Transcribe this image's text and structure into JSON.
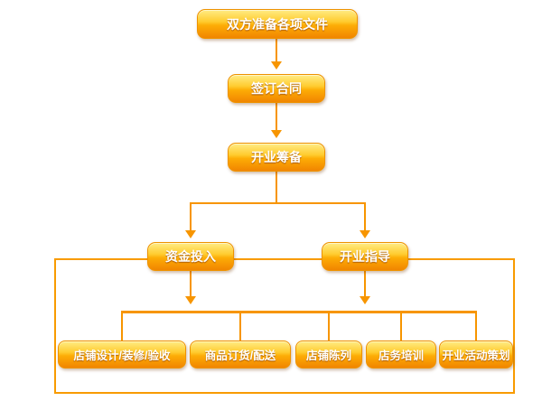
{
  "flowchart": {
    "nodes": {
      "prepare_documents": "双方准备各项文件",
      "sign_contract": "签订合同",
      "opening_preparation": "开业筹备",
      "capital_investment": "资金投入",
      "opening_guidance": "开业指导",
      "shop_design": "店铺设计/装修/验收",
      "goods_ordering": "商品订货/配送",
      "shop_display": "店铺陈列",
      "store_training": "店务培训",
      "opening_event_planning": "开业活动策划"
    },
    "edges": [
      "prepare_documents -> sign_contract",
      "sign_contract -> opening_preparation",
      "opening_preparation -> capital_investment",
      "opening_preparation -> opening_guidance",
      "capital_investment -> bottom_row",
      "opening_guidance -> bottom_row",
      "bottom_row -> shop_design",
      "bottom_row -> goods_ordering",
      "bottom_row -> shop_display",
      "bottom_row -> store_training",
      "bottom_row -> opening_event_planning"
    ],
    "colors": {
      "node_gradient_top": "#ffec85",
      "node_gradient_bottom": "#f18500",
      "connector": "#f79500",
      "group_border": "#f89b00",
      "text": "#ffffff"
    }
  }
}
